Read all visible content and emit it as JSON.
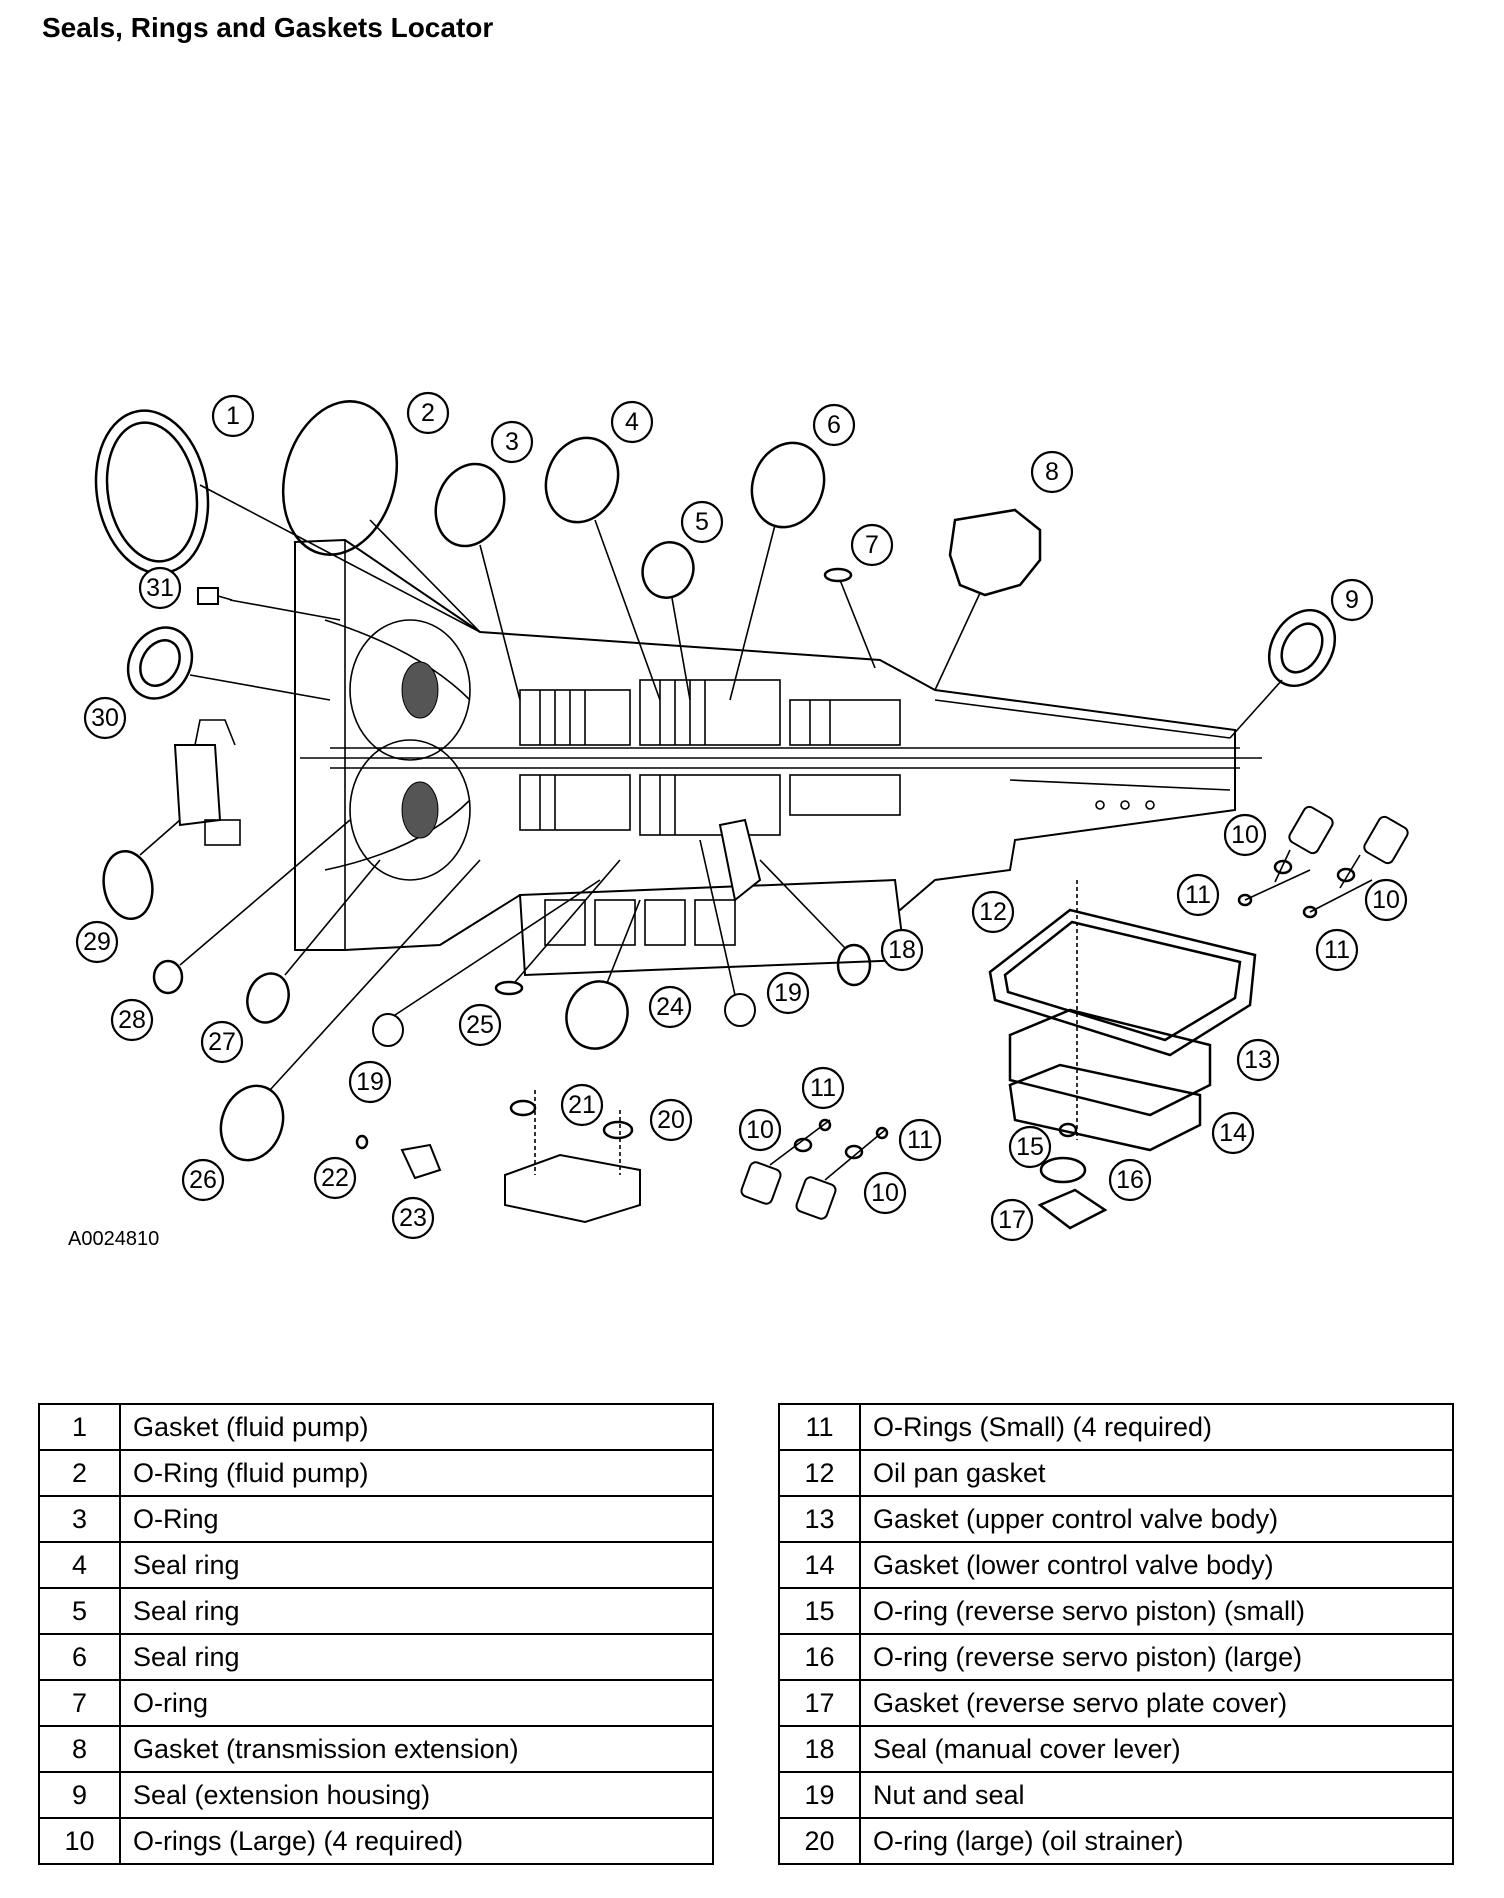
{
  "title": "Seals, Rings and Gaskets Locator",
  "figure_id": "A0024810",
  "callouts": [
    "1",
    "2",
    "3",
    "4",
    "5",
    "6",
    "7",
    "8",
    "9",
    "10",
    "11",
    "12",
    "13",
    "14",
    "15",
    "16",
    "17",
    "18",
    "19",
    "20",
    "21",
    "22",
    "23",
    "24",
    "25",
    "26",
    "27",
    "28",
    "29",
    "30",
    "31"
  ],
  "legend_left": [
    {
      "num": "1",
      "desc": "Gasket (fluid pump)"
    },
    {
      "num": "2",
      "desc": "O-Ring (fluid pump)"
    },
    {
      "num": "3",
      "desc": "O-Ring"
    },
    {
      "num": "4",
      "desc": "Seal ring"
    },
    {
      "num": "5",
      "desc": "Seal ring"
    },
    {
      "num": "6",
      "desc": "Seal ring"
    },
    {
      "num": "7",
      "desc": "O-ring"
    },
    {
      "num": "8",
      "desc": "Gasket (transmission extension)"
    },
    {
      "num": "9",
      "desc": "Seal (extension housing)"
    },
    {
      "num": "10",
      "desc": "O-rings (Large) (4 required)"
    }
  ],
  "legend_right": [
    {
      "num": "11",
      "desc": "O-Rings (Small) (4 required)"
    },
    {
      "num": "12",
      "desc": "Oil pan gasket"
    },
    {
      "num": "13",
      "desc": "Gasket (upper control valve body)"
    },
    {
      "num": "14",
      "desc": "Gasket (lower control valve body)"
    },
    {
      "num": "15",
      "desc": "O-ring (reverse servo piston) (small)"
    },
    {
      "num": "16",
      "desc": "O-ring (reverse servo piston) (large)"
    },
    {
      "num": "17",
      "desc": "Gasket (reverse servo plate cover)"
    },
    {
      "num": "18",
      "desc": "Seal (manual cover lever)"
    },
    {
      "num": "19",
      "desc": "Nut and seal"
    },
    {
      "num": "20",
      "desc": "O-ring (large) (oil strainer)"
    }
  ]
}
